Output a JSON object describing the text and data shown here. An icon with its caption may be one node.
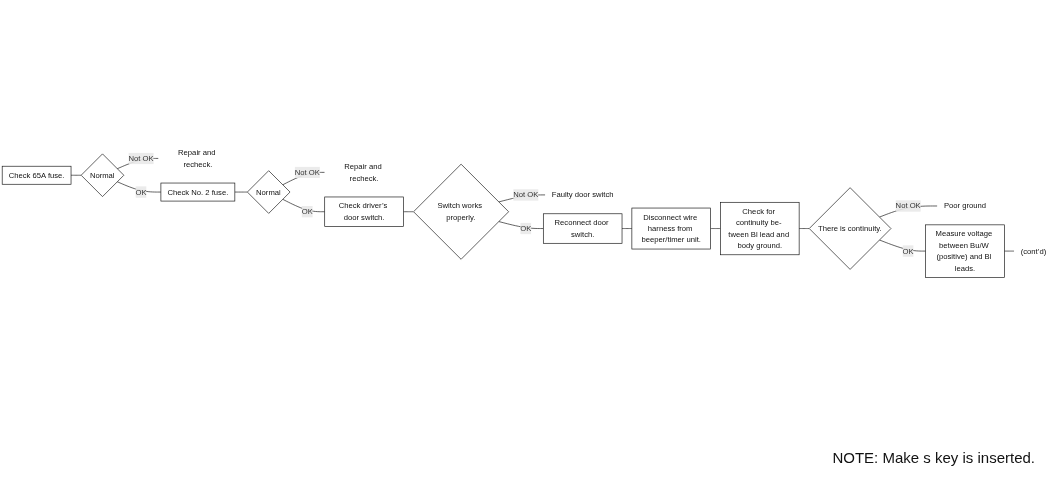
{
  "diagram": {
    "nodes": [
      {
        "text": [
          "Check 65A fuse."
        ]
      },
      {
        "text": [
          "Normal"
        ]
      },
      {
        "text": [
          "Repair and recheck."
        ]
      },
      {
        "text": [
          "Check No. 2 fuse."
        ]
      },
      {
        "text": [
          "Normal"
        ]
      },
      {
        "text": [
          "Repair and recheck."
        ]
      },
      {
        "text": [
          "Check driver’s door switch."
        ]
      },
      {
        "text": [
          "Switch works properly."
        ]
      },
      {
        "text": [
          "Faulty door switch"
        ]
      },
      {
        "text": [
          "Reconnect door switch."
        ]
      },
      {
        "text": [
          "Disconnect wire harness from beeper/timer unit."
        ]
      },
      {
        "text": [
          "Check for continuity be- tween Bl lead and body ground."
        ]
      },
      {
        "text": [
          "There is continuity."
        ]
      },
      {
        "text": [
          "Poor ground"
        ]
      },
      {
        "text": [
          "Measure voltage between Bu/W (positive) and Bl leads."
        ]
      },
      {
        "text": [
          "(cont’d)"
        ]
      }
    ],
    "edges": [
      {
        "from": 0,
        "to": 1,
        "arrow": "none"
      },
      {
        "from": 1,
        "to": 2,
        "label": "Not OK",
        "arrow": "none"
      },
      {
        "from": 1,
        "to": 3,
        "label": "OK",
        "arrow": "none"
      },
      {
        "from": 3,
        "to": 4,
        "arrow": "none"
      },
      {
        "from": 4,
        "to": 5,
        "label": "Not OK",
        "arrow": "none"
      },
      {
        "from": 4,
        "to": 6,
        "label": "OK",
        "arrow": "none"
      },
      {
        "from": 6,
        "to": 7,
        "arrow": "none"
      },
      {
        "from": 7,
        "to": 8,
        "label": "Not OK",
        "arrow": "none"
      },
      {
        "from": 7,
        "to": 9,
        "label": "OK",
        "arrow": "none"
      },
      {
        "from": 9,
        "to": 10,
        "arrow": "none"
      },
      {
        "from": 10,
        "to": 11,
        "arrow": "none"
      },
      {
        "from": 11,
        "to": 12,
        "arrow": "none"
      },
      {
        "from": 12,
        "to": 13,
        "label": "Not OK",
        "arrow": "none"
      },
      {
        "from": 12,
        "to": 14,
        "label": "OK",
        "arrow": "none"
      },
      {
        "from": 14,
        "to": 15,
        "arrow": "none"
      }
    ],
    "labels": [
      "NOTE: Make s key is inserted."
    ]
  }
}
